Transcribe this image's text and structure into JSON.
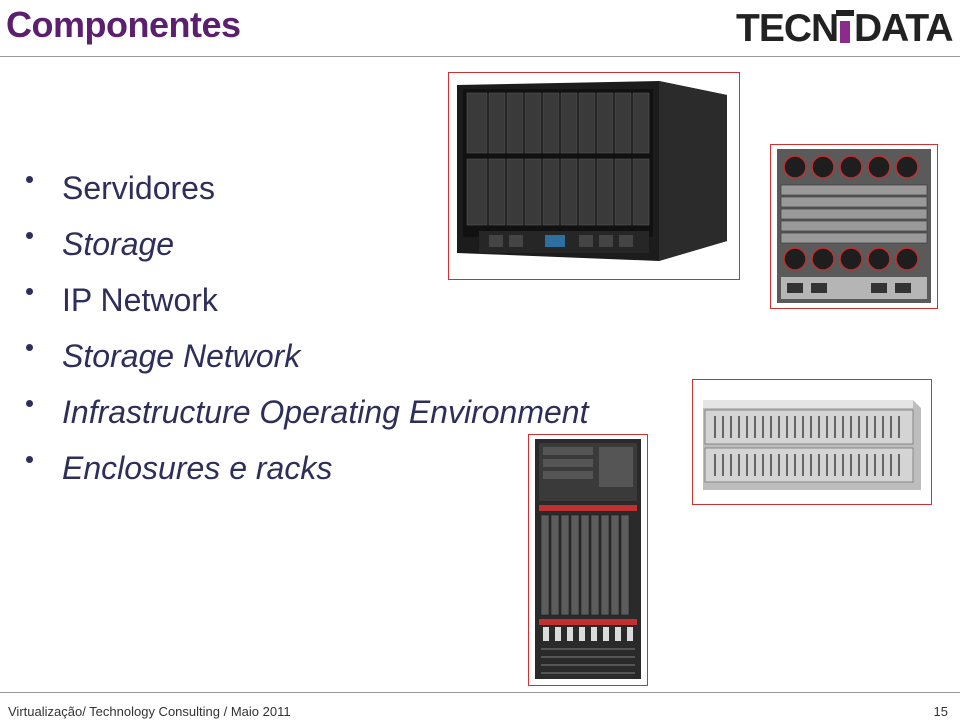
{
  "slide": {
    "title": "Componentes",
    "logo_text": "TECNIDATA",
    "bullets": [
      "Servidores",
      "Storage",
      "IP Network",
      "Storage Network",
      "Infrastructure Operating Environment",
      "Enclosures e racks"
    ],
    "footer_left": "Virtualização/ Technology Consulting / Maio 2011",
    "page_number": "15"
  },
  "colors": {
    "title": "#5b1f6e",
    "bullet_text": "#2e2e5a",
    "logo": "#222222",
    "logo_accent": "#8b2b8b",
    "photo_border": "#d03030"
  }
}
